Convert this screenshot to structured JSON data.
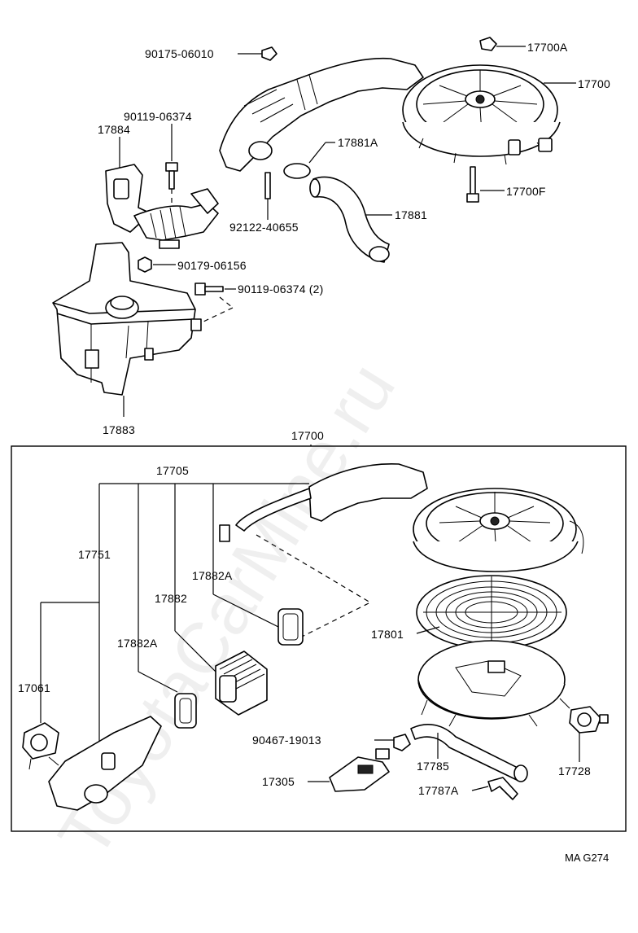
{
  "watermark": "ToyotaCarMine.ru",
  "diagram_code": "MA G274",
  "labels": {
    "p90175_06010": "90175-06010",
    "p17700A": "17700A",
    "p17700_top": "17700",
    "p90119_06374": "90119-06374",
    "p17884": "17884",
    "p17881A": "17881A",
    "p17700F": "17700F",
    "p92122_40655": "92122-40655",
    "p17881": "17881",
    "p90179_06156": "90179-06156",
    "p90119_06374_2": "90119-06374 (2)",
    "p17883": "17883",
    "p17700_box": "17700",
    "p17705": "17705",
    "p17751": "17751",
    "p17882A_a": "17882A",
    "p17882": "17882",
    "p17801": "17801",
    "p17882A_b": "17882A",
    "p17061": "17061",
    "p90467_19013": "90467-19013",
    "p17785": "17785",
    "p17728": "17728",
    "p17305": "17305",
    "p17787A": "17787A"
  }
}
